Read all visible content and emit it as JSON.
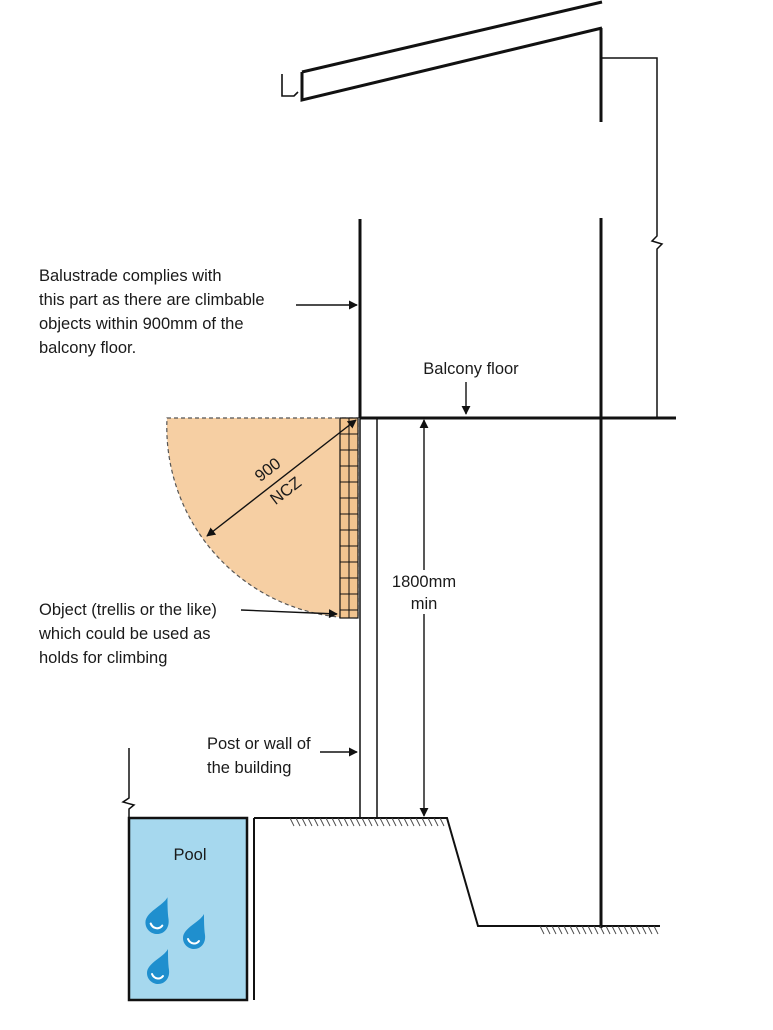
{
  "labels": {
    "balustrade_note": [
      "Balustrade complies with",
      "this part as there are climbable",
      "objects within 900mm of the",
      "balcony floor."
    ],
    "balcony_floor": "Balcony floor",
    "ncz_radius": "900",
    "ncz": "NCZ",
    "height_value": "1800mm",
    "height_min": "min",
    "object_note": [
      "Object (trellis or the like)",
      "which could be used as",
      "holds for climbing"
    ],
    "post_note": [
      "Post or wall of",
      "the building"
    ],
    "pool": "Pool"
  },
  "colors": {
    "ncz_fill": "#f6cfa3",
    "trellis_fill": "#f2c48f",
    "pool_fill": "#a6d8ee",
    "water_drop": "#1f8fce",
    "line": "#111111"
  }
}
